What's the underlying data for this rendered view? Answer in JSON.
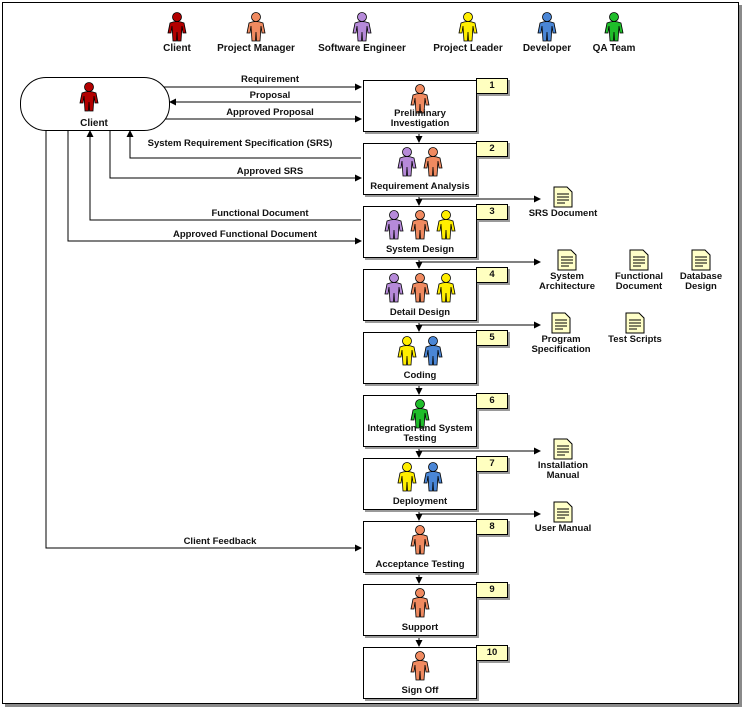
{
  "colors": {
    "client": "#b30000",
    "project_manager": "#f08a60",
    "software_engineer": "#b68ad9",
    "project_leader": "#ffee00",
    "developer": "#4a86d6",
    "qa_team": "#1fbd2a",
    "number_box": "#ffffc0"
  },
  "legend": [
    {
      "key": "client",
      "label": "Client"
    },
    {
      "key": "project_manager",
      "label": "Project Manager"
    },
    {
      "key": "software_engineer",
      "label": "Software Engineer"
    },
    {
      "key": "project_leader",
      "label": "Project Leader"
    },
    {
      "key": "developer",
      "label": "Developer"
    },
    {
      "key": "qa_team",
      "label": "QA Team"
    }
  ],
  "client": {
    "label": "Client",
    "role": "client"
  },
  "stages": [
    {
      "num": "1",
      "label": "Preliminary Investigation",
      "roles": [
        "project_manager"
      ]
    },
    {
      "num": "2",
      "label": "Requirement Analysis",
      "roles": [
        "software_engineer",
        "project_manager"
      ]
    },
    {
      "num": "3",
      "label": "System Design",
      "roles": [
        "software_engineer",
        "project_manager",
        "project_leader"
      ]
    },
    {
      "num": "4",
      "label": "Detail Design",
      "roles": [
        "software_engineer",
        "project_manager",
        "project_leader"
      ]
    },
    {
      "num": "5",
      "label": "Coding",
      "roles": [
        "project_leader",
        "developer"
      ]
    },
    {
      "num": "6",
      "label": "Integration and System Testing",
      "roles": [
        "qa_team"
      ]
    },
    {
      "num": "7",
      "label": "Deployment",
      "roles": [
        "project_leader",
        "developer"
      ]
    },
    {
      "num": "8",
      "label": "Acceptance Testing",
      "roles": [
        "project_manager"
      ]
    },
    {
      "num": "9",
      "label": "Support",
      "roles": [
        "project_manager"
      ]
    },
    {
      "num": "10",
      "label": "Sign Off",
      "roles": [
        "project_manager"
      ]
    }
  ],
  "flows": [
    {
      "label": "Requirement",
      "direction": "to_stage",
      "stage": "1"
    },
    {
      "label": "Proposal",
      "direction": "to_client",
      "stage": "1"
    },
    {
      "label": "Approved Proposal",
      "direction": "to_stage",
      "stage": "1"
    },
    {
      "label": "System Requirement Specification (SRS)",
      "direction": "to_client",
      "stage": "2"
    },
    {
      "label": "Approved SRS",
      "direction": "to_stage",
      "stage": "2"
    },
    {
      "label": "Functional Document",
      "direction": "to_client",
      "stage": "3"
    },
    {
      "label": "Approved Functional Document",
      "direction": "to_stage",
      "stage": "3"
    },
    {
      "label": "Client Feedback",
      "direction": "to_stage",
      "stage": "8"
    }
  ],
  "documents": [
    {
      "label": "SRS Document",
      "stage": "2"
    },
    {
      "label": "System Architecture",
      "stage": "3"
    },
    {
      "label": "Functional Document",
      "stage": "3"
    },
    {
      "label": "Database Design",
      "stage": "3"
    },
    {
      "label": "Program Specification",
      "stage": "4"
    },
    {
      "label": "Test Scripts",
      "stage": "4"
    },
    {
      "label": "Installation Manual",
      "stage": "6"
    },
    {
      "label": "User Manual",
      "stage": "7"
    }
  ]
}
